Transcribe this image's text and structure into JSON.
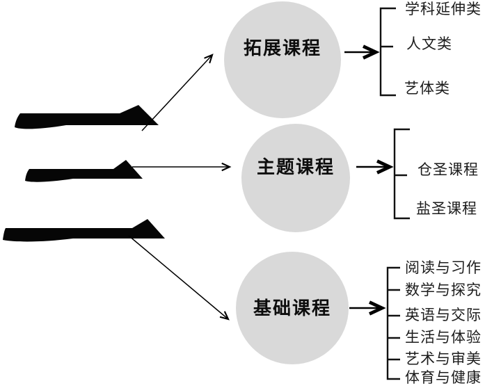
{
  "colors": {
    "background": "#ffffff",
    "circle_fill": "#d9d9d9",
    "ink": "#000000"
  },
  "nodes": [
    {
      "id": "expansion",
      "label": "拓展课程"
    },
    {
      "id": "theme",
      "label": "主题课程"
    },
    {
      "id": "basic",
      "label": "基础课程"
    }
  ],
  "groups": [
    {
      "node": "拓展课程",
      "items": [
        "学科延伸类",
        "人文类",
        "艺体类"
      ]
    },
    {
      "node": "主题课程",
      "items": [
        "仓圣课程",
        "盐圣课程"
      ]
    },
    {
      "node": "基础课程",
      "items": [
        "阅读与习作",
        "数学与探究",
        "英语与交际",
        "生活与体验",
        "艺术与审美",
        "体育与健康"
      ]
    }
  ]
}
